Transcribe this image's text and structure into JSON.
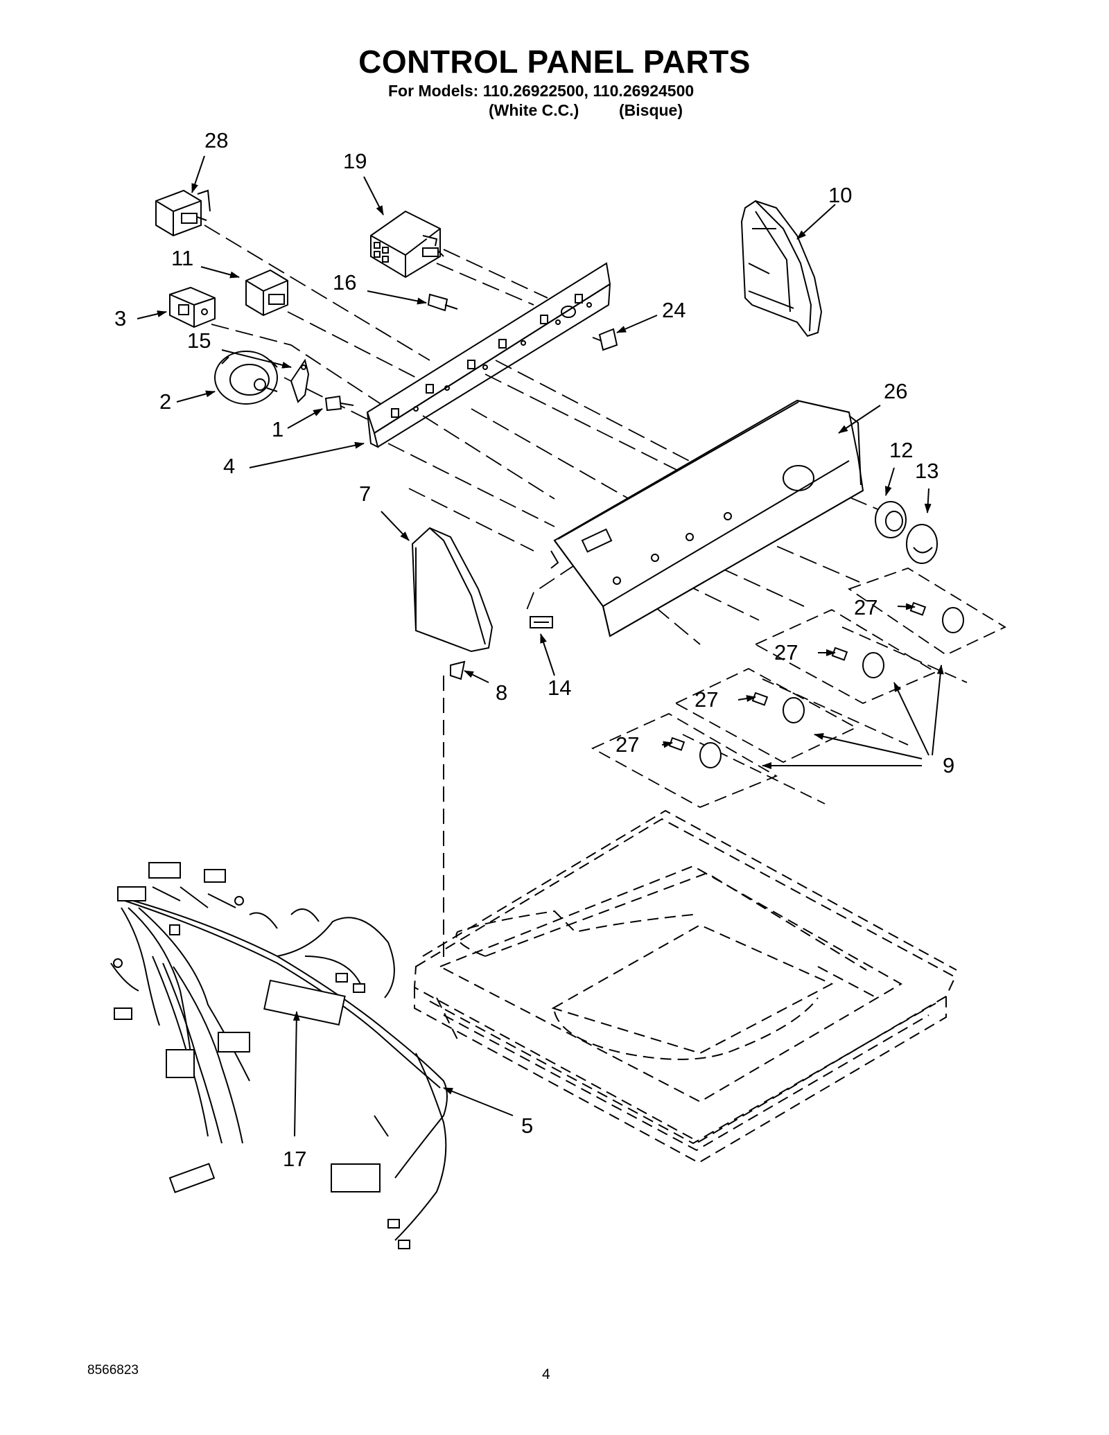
{
  "header": {
    "title": "CONTROL PANEL PARTS",
    "models_line": "For Models: 110.26922500, 110.26924500",
    "variant_white": "(White C.C.)",
    "variant_bisque": "(Bisque)"
  },
  "callouts": {
    "c28": "28",
    "c19": "19",
    "c10": "10",
    "c11": "11",
    "c16": "16",
    "c24": "24",
    "c3": "3",
    "c15": "15",
    "c2": "2",
    "c1": "1",
    "c4": "4",
    "c26": "26",
    "c12": "12",
    "c13": "13",
    "c7": "7",
    "c27a": "27",
    "c27b": "27",
    "c27c": "27",
    "c27d": "27",
    "c14": "14",
    "c8": "8",
    "c9": "9",
    "c17": "17",
    "c5": "5"
  },
  "footer": {
    "doc_number": "8566823",
    "page_number": "4"
  }
}
